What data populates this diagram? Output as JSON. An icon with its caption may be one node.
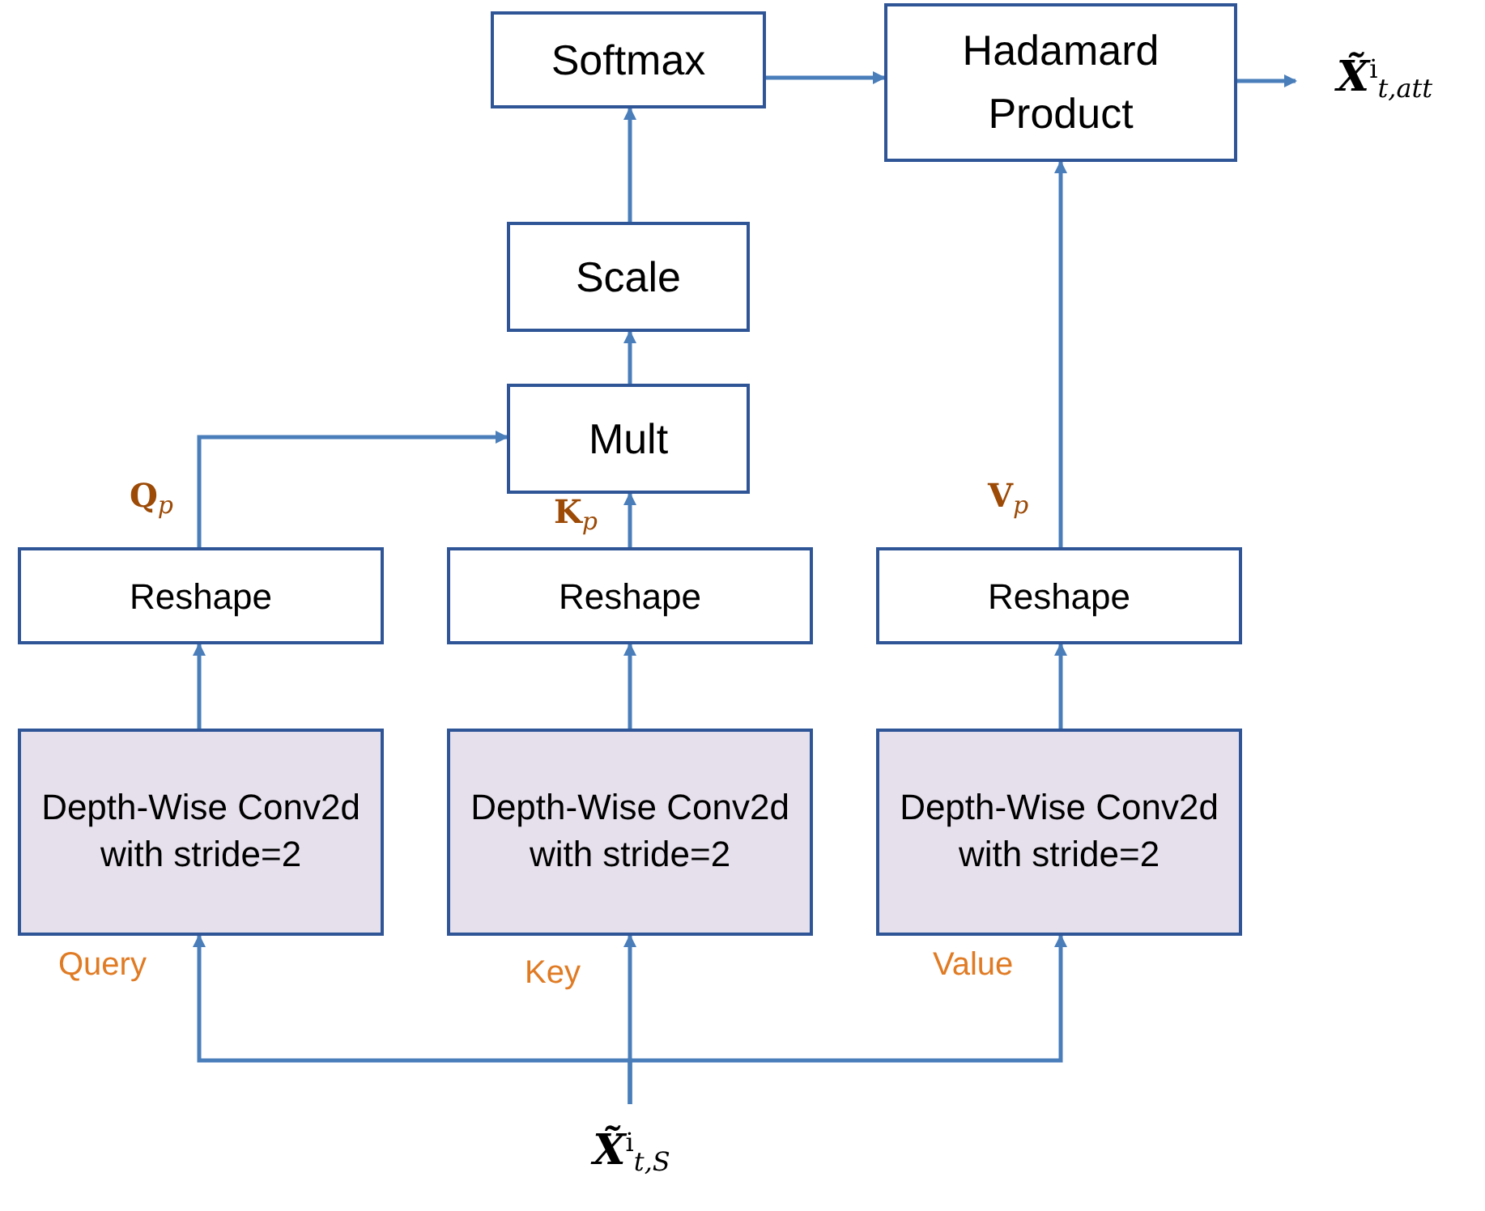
{
  "diagram": {
    "nodes": [
      {
        "text": [
          "Softmax"
        ]
      },
      {
        "text": [
          "Hadamard Product"
        ]
      },
      {
        "text": [
          "**X̃**$^{i}$$_{t,att}$"
        ]
      },
      {
        "text": [
          "Scale"
        ]
      },
      {
        "text": [
          "Mult"
        ]
      },
      {
        "text": [
          "Reshape"
        ]
      },
      {
        "text": [
          "Reshape"
        ]
      },
      {
        "text": [
          "Reshape"
        ]
      },
      {
        "text": [
          "Depth-Wise Conv2d with stride=2"
        ]
      },
      {
        "text": [
          "Depth-Wise Conv2d with stride=2"
        ]
      },
      {
        "text": [
          "Depth-Wise Conv2d with stride=2"
        ]
      },
      {
        "text": [
          "**X̃**$^{i}$$_{t,S}$"
        ]
      }
    ],
    "edges": [
      {
        "from": 11,
        "to": 8,
        "arrow": "to",
        "label": "Query"
      },
      {
        "from": 11,
        "to": 9,
        "arrow": "to",
        "label": "Key"
      },
      {
        "from": 11,
        "to": 10,
        "arrow": "to",
        "label": "Value"
      },
      {
        "from": 8,
        "to": 5,
        "arrow": "to"
      },
      {
        "from": 9,
        "to": 6,
        "arrow": "to"
      },
      {
        "from": 10,
        "to": 7,
        "arrow": "to"
      },
      {
        "from": 5,
        "to": 4,
        "arrow": "to",
        "label": "**Q**$_{p}$"
      },
      {
        "from": 6,
        "to": 4,
        "arrow": "to",
        "label": "**K**$_{p}$"
      },
      {
        "from": 7,
        "to": 1,
        "arrow": "to",
        "label": "**V**$_{p}$"
      },
      {
        "from": 4,
        "to": 3,
        "arrow": "to"
      },
      {
        "from": 3,
        "to": 0,
        "arrow": "to"
      },
      {
        "from": 0,
        "to": 1,
        "arrow": "to"
      },
      {
        "from": 1,
        "to": 2,
        "arrow": "to"
      }
    ]
  }
}
